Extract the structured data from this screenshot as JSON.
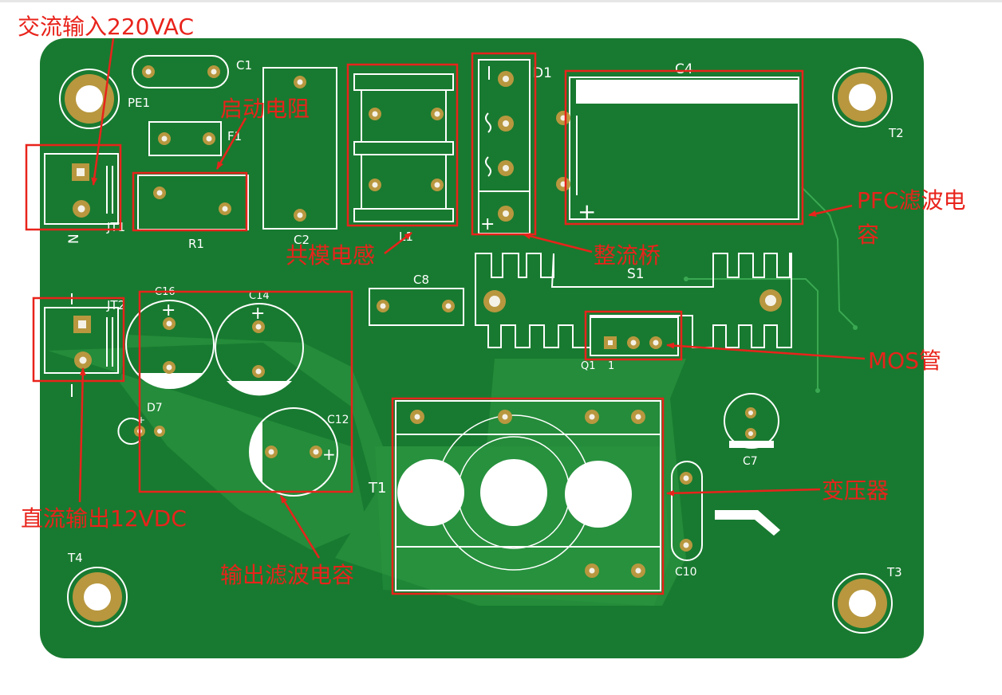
{
  "colors": {
    "board": "#187a30",
    "board_light": "#2f9a44",
    "silk": "#ffffff",
    "pad": "#b8973f",
    "pad_hole": "#f4f1e6",
    "annotation": "#e8231b"
  },
  "designators": {
    "c1": "C1",
    "pe1": "PE1",
    "f1": "F1",
    "r1": "R1",
    "c2": "C2",
    "l1": "L1",
    "d1": "D1",
    "c4": "C4",
    "t2": "T2",
    "jt1": "JT1",
    "n_mark": "N",
    "jt2": "JT2",
    "c16": "C16",
    "c14": "C14",
    "c8": "C8",
    "s1": "S1",
    "q1": "Q1",
    "q1_pin": "1",
    "d7": "D7",
    "c12": "C12",
    "c7": "C7",
    "t1": "T1",
    "c10": "C10",
    "t4": "T4",
    "t3": "T3",
    "plus": "+"
  },
  "annotations": {
    "ac_input": "交流输入220VAC",
    "startup_resistor": "启动电阻",
    "pfc_cap_line1": "PFC滤波电",
    "pfc_cap_line2": "容",
    "common_mode_choke": "共模电感",
    "rectifier_bridge": "整流桥",
    "mos": "MOS管",
    "transformer": "变压器",
    "dc_output": "直流输出12VDC",
    "output_filter_cap": "输出滤波电容"
  }
}
